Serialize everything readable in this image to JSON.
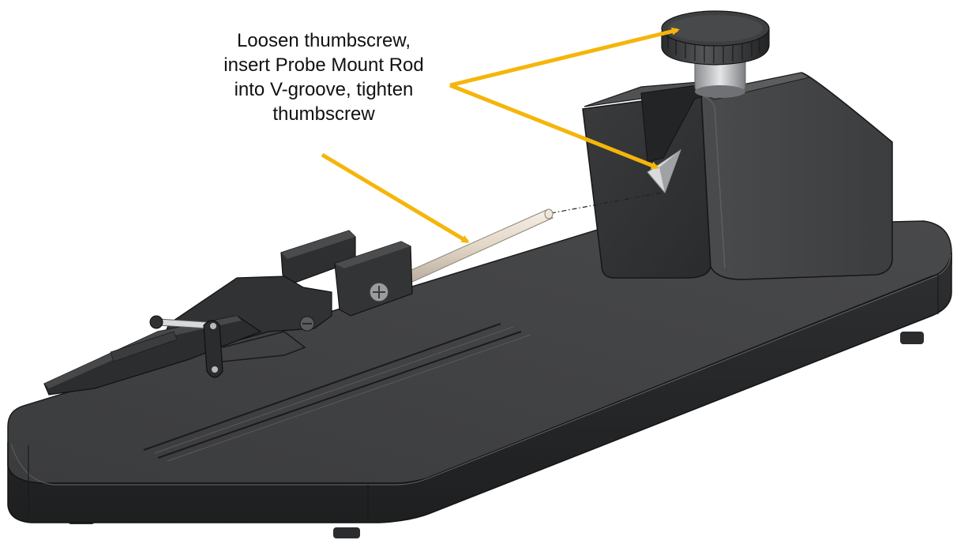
{
  "annotation": {
    "lines": [
      "Loosen thumbscrew,",
      "insert Probe Mount Rod",
      "into V-groove, tighten",
      "thumbscrew"
    ]
  },
  "colors": {
    "arrow": "#F5B50A",
    "base": "#3a3b3d",
    "rod": "#e6dccd",
    "background": "#ffffff"
  }
}
